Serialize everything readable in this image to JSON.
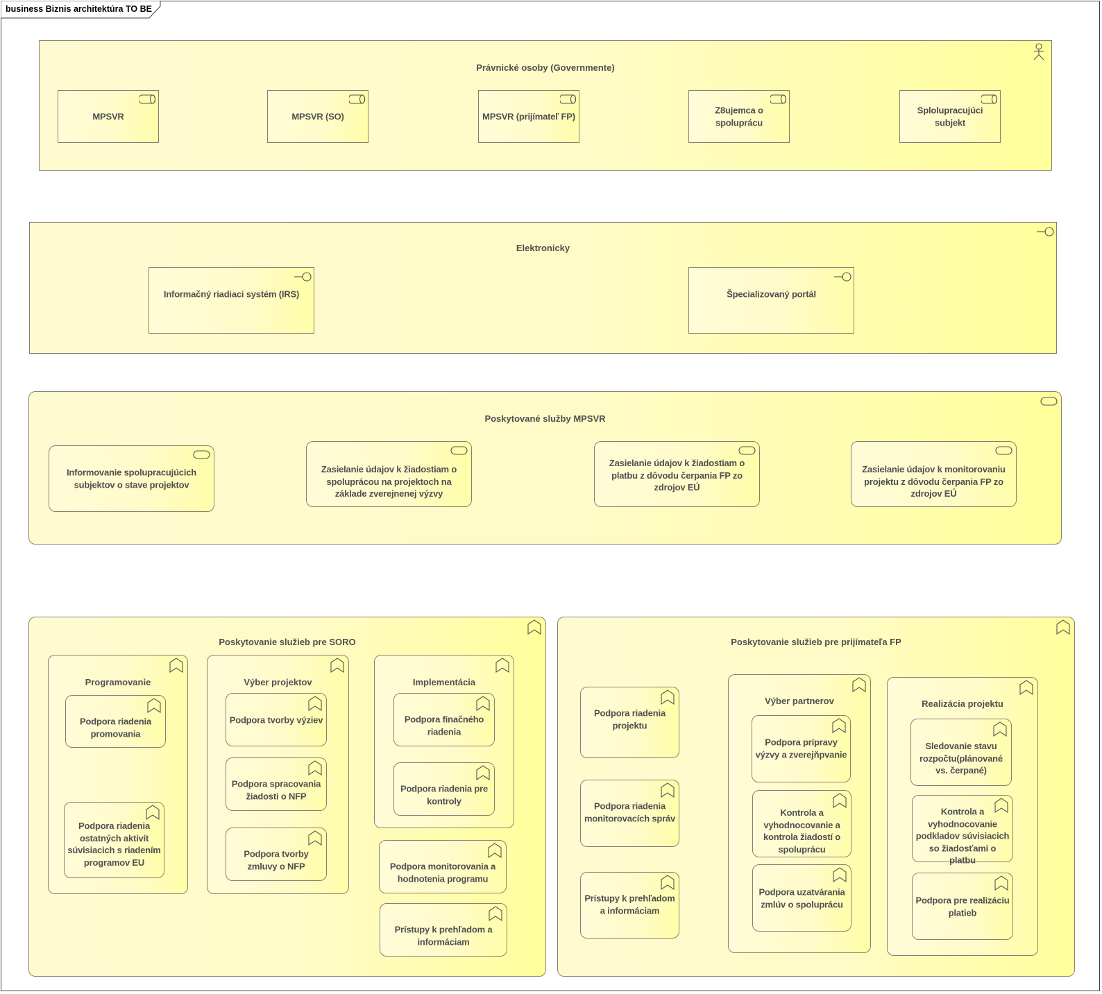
{
  "frame": {
    "title": "business Biznis architektúra TO BE"
  },
  "actors": {
    "title": "Právnické osoby (Governmente)",
    "items": [
      "MPSVR",
      "MPSVR (SO)",
      "MPSVR (prijímateľ FP)",
      "Z8ujemca o spoluprácu",
      "Splolupracujúci subjekt"
    ]
  },
  "interfaces": {
    "title": "Elektronicky",
    "items": [
      "Informačný riadiaci systém (IRS)",
      "Špecializovaný portál"
    ]
  },
  "services": {
    "title": "Poskytované služby MPSVR",
    "items": [
      "Informovanie spolupracujúcich subjektov o stave projektov",
      "Zasielanie údajov k žiadostiam o spoluprácou na projektoch na základe zverejnenej výzvy",
      "Zasielanie údajov k žiadostiam o platbu z dôvodu čerpania FP zo zdrojov EÚ",
      "Zasielanie údajov k monitorovaniu projektu z dôvodu čerpania FP zo zdrojov EÚ"
    ]
  },
  "soro": {
    "title": "Poskytovanie služieb pre SORO",
    "programovanie": {
      "title": "Programovanie",
      "items": [
        "Podpora riadenia promovania",
        "Podpora riadenia ostatných aktivít súvisiacich s riadením programov EU"
      ]
    },
    "vyber_projektov": {
      "title": "Výber projektov",
      "items": [
        "Podpora tvorby výziev",
        "Podpora spracovania žiadosti o NFP",
        "Podpora tvorby zmluvy o NFP"
      ]
    },
    "implementacia": {
      "title": "Implementácia",
      "items": [
        "Podpora finačného riadenia",
        "Podpora riadenia pre kontroly"
      ]
    },
    "standalone": [
      "Podpora monitorovania a hodnotenia programu",
      "Prístupy k prehľadom a informáciam"
    ]
  },
  "prijimatel": {
    "title": "Poskytovanie služieb pre prijímateľa FP",
    "standalone": [
      "Podpora riadenia projektu",
      "Podpora riadenia monitorovacích správ",
      "Prístupy k prehľadom a informáciam"
    ],
    "vyber_partnerov": {
      "title": "Výber partnerov",
      "items": [
        "Podpora prípravy výzvy a zverejňpvanie",
        "Kontrola a vyhodnocovanie a kontrola žiadostí o spoluprácu",
        "Podpora uzatvárania zmlúv o spoluprácu"
      ]
    },
    "realizacia": {
      "title": "Realizácia projektu",
      "items": [
        "Sledovanie stavu rozpočtu(plánované vs. čerpané)",
        "Kontrola a vyhodnocovanie podkladov súvisiacich so žiadosťami o platbu",
        "Podpora pre realizáciu platieb"
      ]
    }
  },
  "icons": [
    "actor-icon",
    "role-icon",
    "interface-icon",
    "service-icon",
    "function-icon"
  ]
}
